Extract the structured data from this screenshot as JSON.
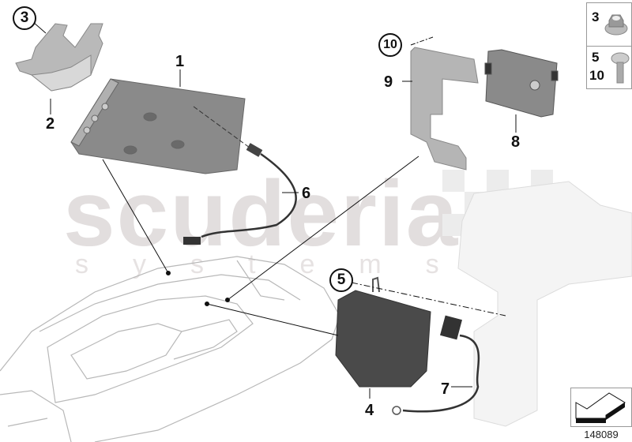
{
  "diagram": {
    "reference_number": "148089",
    "watermark": {
      "main": "scuderia",
      "sub": "systems"
    },
    "callouts": [
      {
        "id": "1",
        "label": "1",
        "circled": false
      },
      {
        "id": "2",
        "label": "2",
        "circled": false
      },
      {
        "id": "3",
        "label": "3",
        "circled": true
      },
      {
        "id": "4",
        "label": "4",
        "circled": false
      },
      {
        "id": "5",
        "label": "5",
        "circled": true
      },
      {
        "id": "6",
        "label": "6",
        "circled": false
      },
      {
        "id": "7",
        "label": "7",
        "circled": false
      },
      {
        "id": "8",
        "label": "8",
        "circled": false
      },
      {
        "id": "9",
        "label": "9",
        "circled": false
      },
      {
        "id": "10",
        "label": "10",
        "circled": true
      }
    ],
    "fastener_legend": [
      {
        "numbers": [
          "3"
        ],
        "part": "hex-flange-nut"
      },
      {
        "numbers": [
          "5",
          "10"
        ],
        "part": "torx-screw"
      }
    ]
  }
}
